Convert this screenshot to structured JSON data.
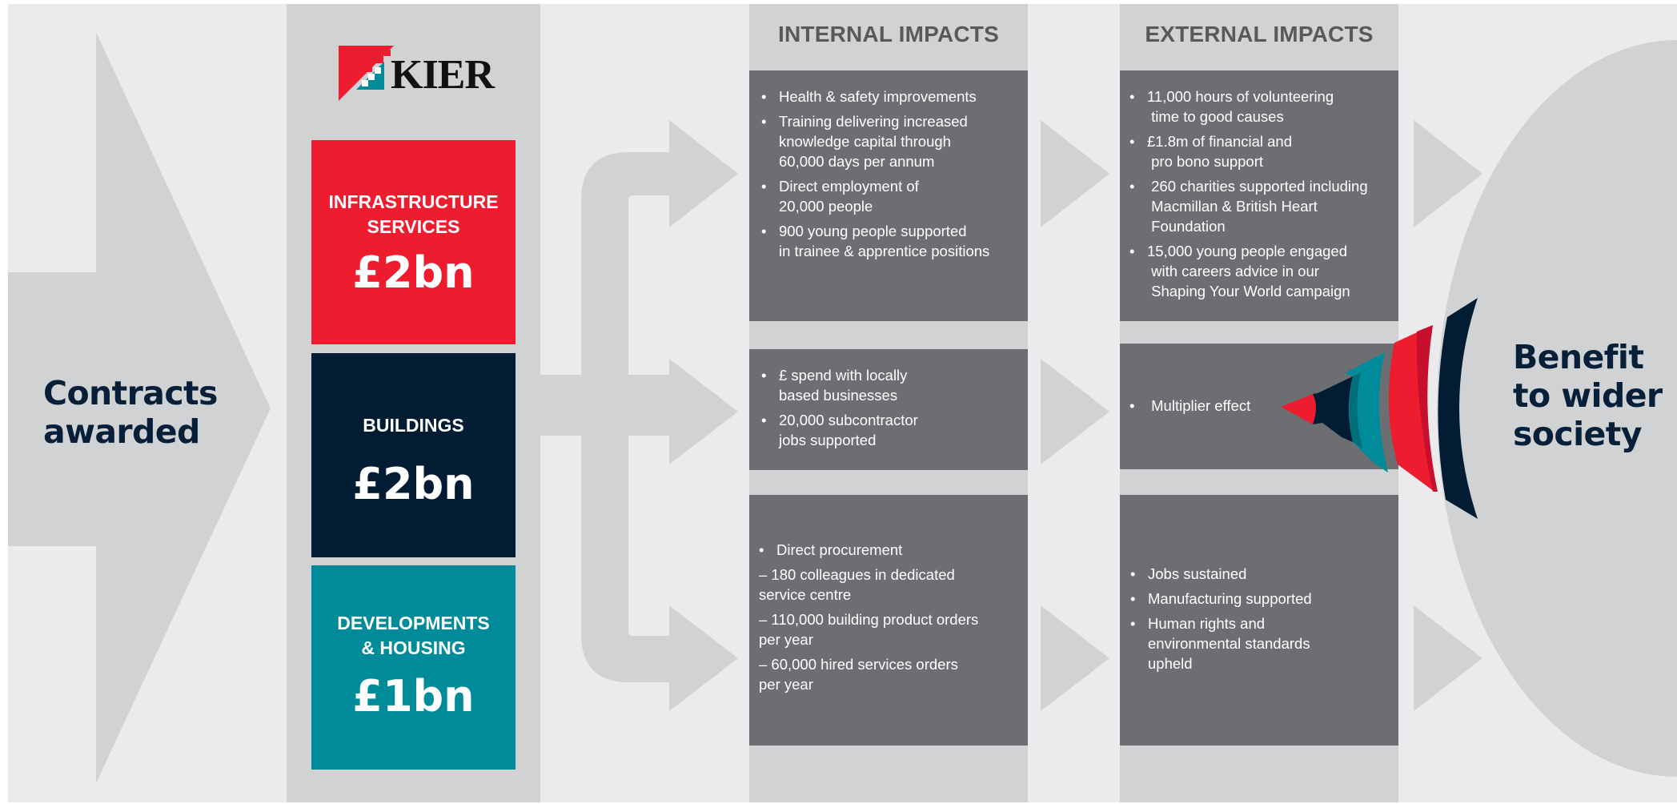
{
  "brand": {
    "name": "KIER"
  },
  "left_label": "Contracts\nawarded",
  "right_label": "Benefit\nto wider\nsociety",
  "segments": [
    {
      "name": "INFRASTRUCTURE\nSERVICES",
      "amount": "£2bn"
    },
    {
      "name": "BUILDINGS",
      "amount": "£2bn"
    },
    {
      "name": "DEVELOPMENTS\n& HOUSING",
      "amount": "£1bn"
    }
  ],
  "internal": {
    "heading": "INTERNAL IMPACTS",
    "boxes": [
      [
        {
          "text": "Health & safety improvements",
          "bullet": true
        },
        {
          "text": "Training delivering increased\nknowledge capital through\n60,000 days per annum",
          "bullet": true
        },
        {
          "text": "Direct employment of\n20,000 people",
          "bullet": true
        },
        {
          "text": "900 young people supported\nin trainee & apprentice positions",
          "bullet": true
        }
      ],
      [
        {
          "text": "£ spend with locally\nbased businesses",
          "bullet": true
        },
        {
          "text": "20,000 subcontractor\njobs supported",
          "bullet": true
        }
      ],
      [
        {
          "text": "Direct procurement",
          "bullet": true
        },
        {
          "text": "– 180 colleagues in dedicated\nservice centre",
          "bullet": false
        },
        {
          "text": "– 110,000 building product orders\nper year",
          "bullet": false
        },
        {
          "text": "– 60,000 hired services orders\nper year",
          "bullet": false
        }
      ]
    ]
  },
  "external": {
    "heading": "EXTERNAL IMPACTS",
    "boxes": [
      [
        {
          "text": "11,000 hours of volunteering\n time to good causes",
          "bullet": true
        },
        {
          "text": "£1.8m of financial and\n pro bono support",
          "bullet": true
        },
        {
          "text": " 260 charities supported including\n Macmillan & British Heart\n Foundation",
          "bullet": true
        },
        {
          "text": "15,000 young people engaged\n with careers advice in our\n Shaping Your World campaign",
          "bullet": true
        }
      ],
      [
        {
          "text": " Multiplier effect",
          "bullet": true
        }
      ],
      [
        {
          "text": "Jobs sustained",
          "bullet": true
        },
        {
          "text": "Manufacturing supported",
          "bullet": true
        },
        {
          "text": "Human rights and\nenvironmental standards\nupheld",
          "bullet": true
        }
      ]
    ]
  },
  "colors": {
    "red": "#ed1c2e",
    "navy": "#021d33",
    "teal": "#008b9a",
    "box_grey": "#6d6e71",
    "light_grey": "#d1d2d4",
    "bg_grey": "#ebebed",
    "text_dark": "#06203a"
  },
  "icons": {
    "logo": "kier-logo",
    "fan": "multiplier-fan-icon"
  }
}
